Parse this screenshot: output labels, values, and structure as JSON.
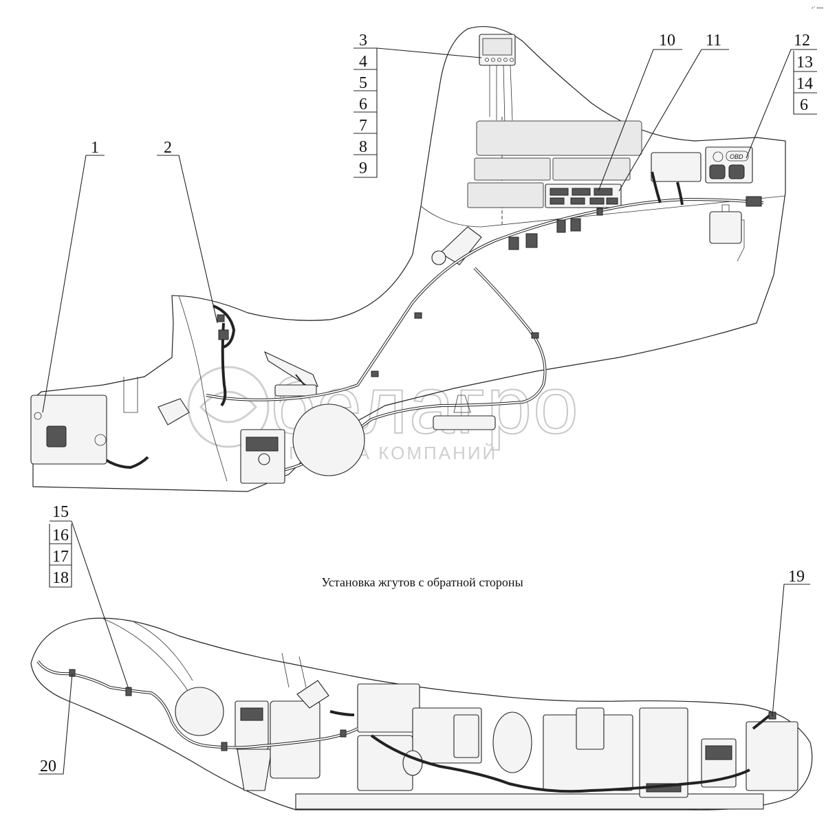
{
  "callouts": {
    "c1": "1",
    "c2": "2",
    "c3": "3",
    "c4": "4",
    "c5": "5",
    "c6": "6",
    "c7": "7",
    "c8": "8",
    "c9": "9",
    "c10": "10",
    "c11": "11",
    "c12": "12",
    "c13": "13",
    "c14": "14",
    "c6b": "6",
    "c15": "15",
    "c16": "16",
    "c17": "17",
    "c18": "18",
    "c19": "19",
    "c20": "20"
  },
  "caption": "Установка жгутов с обратной стороны",
  "panel_label": "OBD",
  "watermark": {
    "brand": "белагро",
    "tagline": "ГРУППА КОМПАНИЙ"
  },
  "corner_mark": "•° ••••"
}
